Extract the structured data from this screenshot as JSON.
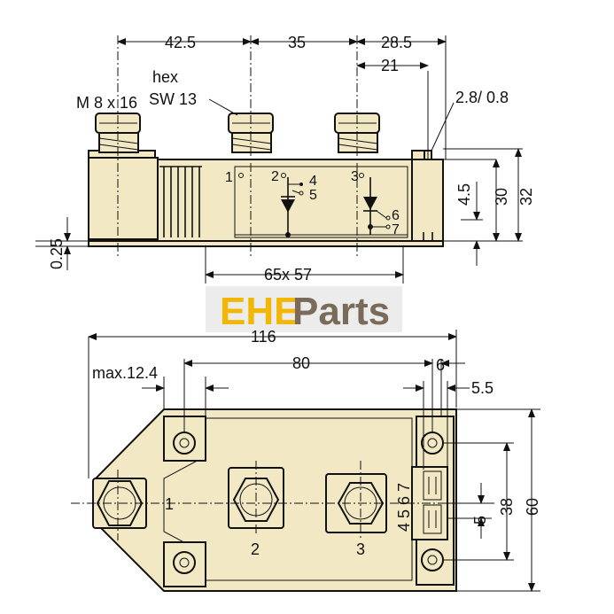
{
  "side_view": {
    "dims": {
      "d42_5": "42.5",
      "d35": "35",
      "d28_5": "28.5",
      "d21": "21",
      "d2_8": "2.8/ 0.8",
      "d4_5": "4.5",
      "d30": "30",
      "d32": "32",
      "d0_25": "0.25",
      "d65x57": "65x 57"
    },
    "labels": {
      "bolt": "M 8 x 16",
      "hex1": "hex",
      "hex2": "SW 13"
    },
    "pins": {
      "p1": "1",
      "p2": "2",
      "p3": "3",
      "p4": "4",
      "p5": "5",
      "p6": "6",
      "p7": "7"
    }
  },
  "watermark": {
    "ehe": "EHE",
    "parts": "Parts",
    "ehe_color": "#f2b705",
    "parts_color": "#7a6a5a"
  },
  "top_view": {
    "dims": {
      "d116": "116",
      "dmax": "max.12.4",
      "d80": "80",
      "d6": "6",
      "d5_5": "5.5",
      "d38": "38",
      "d60": "60",
      "d5": "5",
      "d4567": "4 5 6 7"
    },
    "terminals": {
      "t1": "1",
      "t2": "2",
      "t3": "3"
    }
  },
  "colors": {
    "body": "#f2e9c4",
    "stroke": "#111111"
  }
}
